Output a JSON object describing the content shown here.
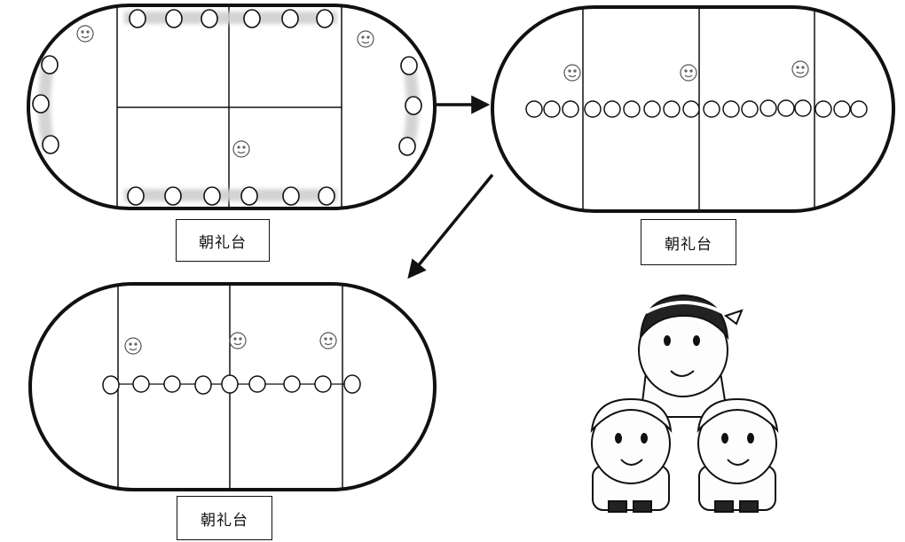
{
  "diagrams": [
    {
      "id": "formation-1",
      "stage_label": "朝礼台"
    },
    {
      "id": "formation-2",
      "stage_label": "朝礼台"
    },
    {
      "id": "formation-3",
      "stage_label": "朝礼台"
    }
  ],
  "colors": {
    "ink": "#111111",
    "highlight": "#c8c8c8",
    "skin": "#fdfdfd",
    "hair": "#222222"
  },
  "icons": [
    "student-circle-icon",
    "teacher-face-icon",
    "arrow-icon",
    "children-illustration"
  ]
}
